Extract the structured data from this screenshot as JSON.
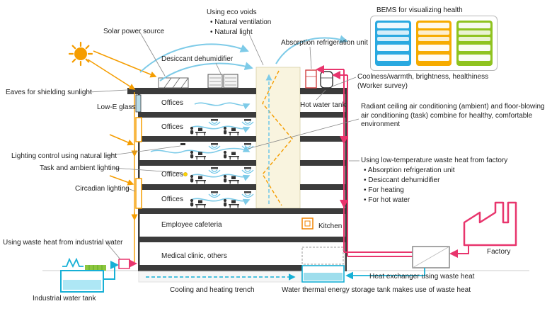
{
  "callouts": {
    "eco_voids_title": "Using eco voids",
    "eco_voids_items": [
      "• Natural ventilation",
      "• Natural light"
    ],
    "bems_title": "BEMS for visualizing health",
    "solar_power": "Solar power source",
    "absorption_unit": "Absorption refrigeration unit",
    "desiccant": "Desiccant dehumidifier",
    "comfort_line1": "Coolness/warmth, brightness, healthiness",
    "comfort_line2": "(Worker survey)",
    "eaves": "Eaves for shielding sunlight",
    "low_e_glass": "Low-E glass",
    "hot_water_tank": "Hot water tank",
    "radiant_ac": "Radiant ceiling air conditioning (ambient) and floor-blowing air conditioning (task) combine for healthy, comfortable environment",
    "lighting_control": "Lighting control using natural light",
    "task_ambient_lighting": "Task and ambient lighting",
    "circadian_lighting": "Circadian lighting",
    "factory_waste_title": "Using low-temperature waste heat from factory",
    "factory_waste_items": [
      "• Absorption refrigeration unit",
      "• Desiccant dehumidifier",
      "• For heating",
      "• For hot water"
    ],
    "industrial_water": "Using waste heat from industrial water",
    "kitchen": "Kitchen",
    "factory": "Factory",
    "heat_exchanger": "Heat exchanger using waste heat",
    "industrial_tank": "Industrial water tank",
    "trench": "Cooling and heating trench",
    "thermal_storage": "Water thermal energy storage tank makes use of waste heat"
  },
  "building": {
    "floor_labels": [
      "Offices",
      "Offices",
      "Offices",
      "Offices"
    ],
    "cafeteria": "Employee cafeteria",
    "medical": "Medical clinic, others"
  },
  "colors": {
    "accent_orange": "#f59d00",
    "air_blue": "#7ecbe8",
    "pipe_pink": "#e8356d",
    "pipe_cyan": "#17b0d6",
    "structure_dark": "#3b3b3b",
    "eco_void_cream": "#f9f4df",
    "grass_green": "#8dc63f",
    "bems_blue": "#2aa9e0",
    "bems_orange": "#f6ab00",
    "bems_green": "#8fc31f"
  }
}
